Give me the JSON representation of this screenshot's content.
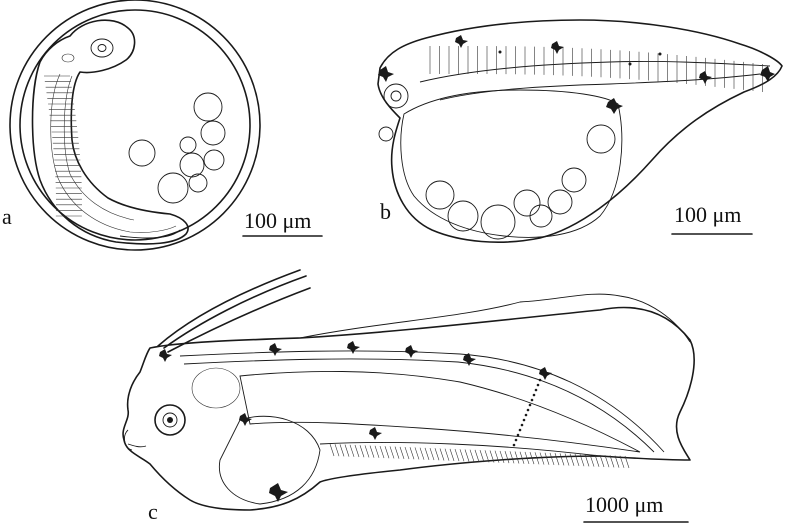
{
  "figure": {
    "panels": [
      {
        "label": "a",
        "scale_bar": "100 μm"
      },
      {
        "label": "b",
        "scale_bar": "100 μm"
      },
      {
        "label": "c",
        "scale_bar": "1000 μm"
      }
    ]
  }
}
